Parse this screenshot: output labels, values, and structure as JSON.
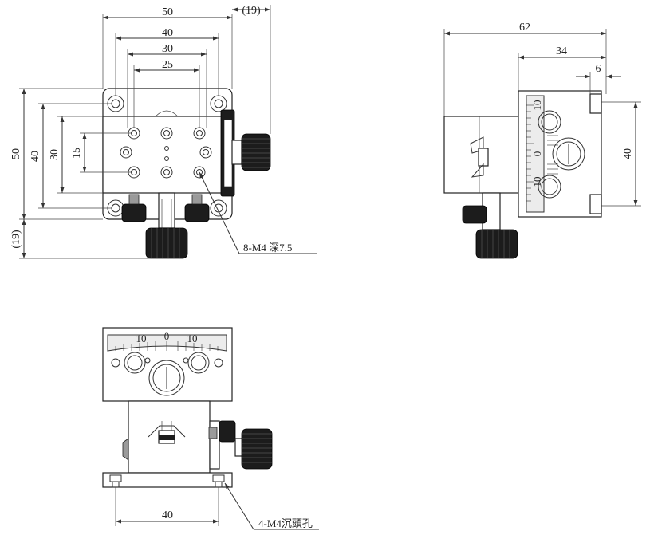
{
  "views": {
    "top": {
      "dims": {
        "w50": "50",
        "w19": "(19)",
        "w40": "40",
        "w30": "30",
        "w25": "25",
        "h50": "50",
        "h40": "40",
        "h30": "30",
        "h15": "15",
        "h19": "(19)"
      },
      "note": "8-M4 深7.5"
    },
    "side": {
      "dims": {
        "w62": "62",
        "w34": "34",
        "w6": "6",
        "h40": "40"
      },
      "scale": {
        "upper": "10",
        "zero": "0",
        "lower": "10"
      }
    },
    "front": {
      "dims": {
        "w40": "40"
      },
      "note": "4-M4沉頭孔",
      "scale": {
        "left": "10",
        "zero": "0",
        "right": "10"
      }
    }
  }
}
